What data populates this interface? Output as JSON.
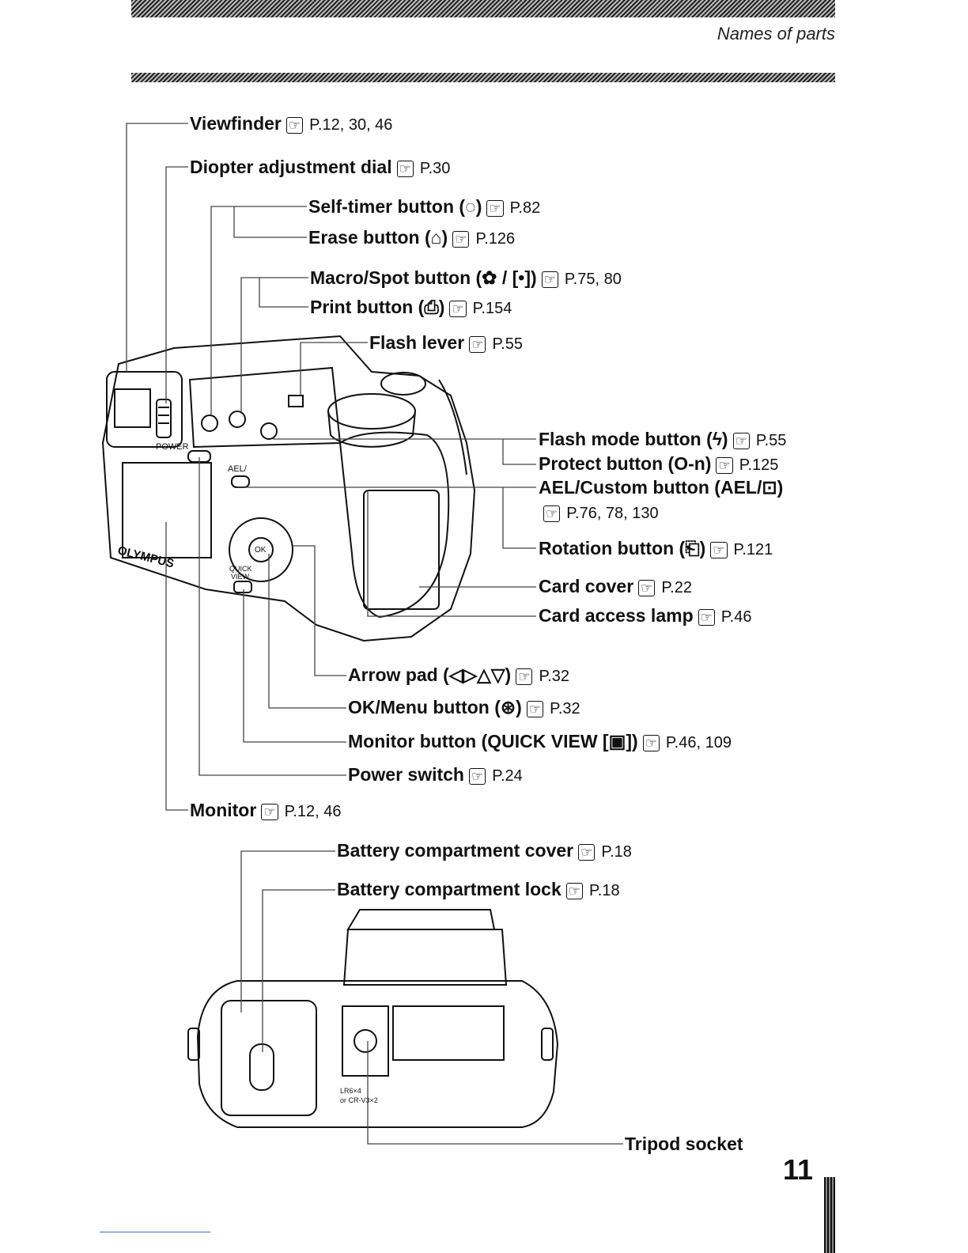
{
  "header": {
    "section_title": "Names of parts"
  },
  "ref_mark": "☞",
  "labels": [
    {
      "id": "viewfinder",
      "name": "Viewfinder",
      "ref": "P.12, 30, 46"
    },
    {
      "id": "diopter",
      "name": "Diopter adjustment dial",
      "ref": "P.30"
    },
    {
      "id": "self-timer",
      "name": "Self-timer button (◌)",
      "ref": "P.82"
    },
    {
      "id": "erase",
      "name": "Erase button (⌂)",
      "ref": "P.126"
    },
    {
      "id": "macro-spot",
      "name": "Macro/Spot button (✿ / [•])",
      "ref": "P.75, 80"
    },
    {
      "id": "print",
      "name": "Print button (⎙)",
      "ref": "P.154"
    },
    {
      "id": "flash-lever",
      "name": "Flash lever",
      "ref": "P.55"
    },
    {
      "id": "flash-mode",
      "name": "Flash mode button (ϟ)",
      "ref": "P.55"
    },
    {
      "id": "protect",
      "name": "Protect button (O-n)",
      "ref": "P.125"
    },
    {
      "id": "ael-custom",
      "name": "AEL/Custom button (AEL/⊡)",
      "ref": ""
    },
    {
      "id": "ael-custom-ref",
      "name": "",
      "ref": "P.76, 78, 130"
    },
    {
      "id": "rotation",
      "name": "Rotation button (⎗)",
      "ref": "P.121"
    },
    {
      "id": "card-cover",
      "name": "Card cover",
      "ref": "P.22"
    },
    {
      "id": "card-lamp",
      "name": "Card access lamp",
      "ref": "P.46"
    },
    {
      "id": "arrow-pad",
      "name": "Arrow pad (◁▷△▽)",
      "ref": "P.32"
    },
    {
      "id": "ok-menu",
      "name": "OK/Menu button (⊛)",
      "ref": "P.32"
    },
    {
      "id": "monitor-button",
      "name": "Monitor button (QUICK VIEW [▣])",
      "ref": "P.46, 109"
    },
    {
      "id": "power-switch",
      "name": "Power switch",
      "ref": "P.24"
    },
    {
      "id": "monitor",
      "name": "Monitor",
      "ref": "P.12, 46"
    },
    {
      "id": "battery-cover",
      "name": "Battery compartment cover",
      "ref": "P.18"
    },
    {
      "id": "battery-lock",
      "name": "Battery compartment lock",
      "ref": "P.18"
    },
    {
      "id": "tripod",
      "name": "Tripod socket",
      "ref": ""
    }
  ],
  "camera_text": {
    "brand": "OLYMPUS",
    "power": "POWER",
    "ael": "AEL/",
    "ok": "OK",
    "quick": "QUICK",
    "view": "VIEW",
    "battery1": "LR6×4",
    "battery2": "or CR-V3×2"
  },
  "page_number": "11"
}
